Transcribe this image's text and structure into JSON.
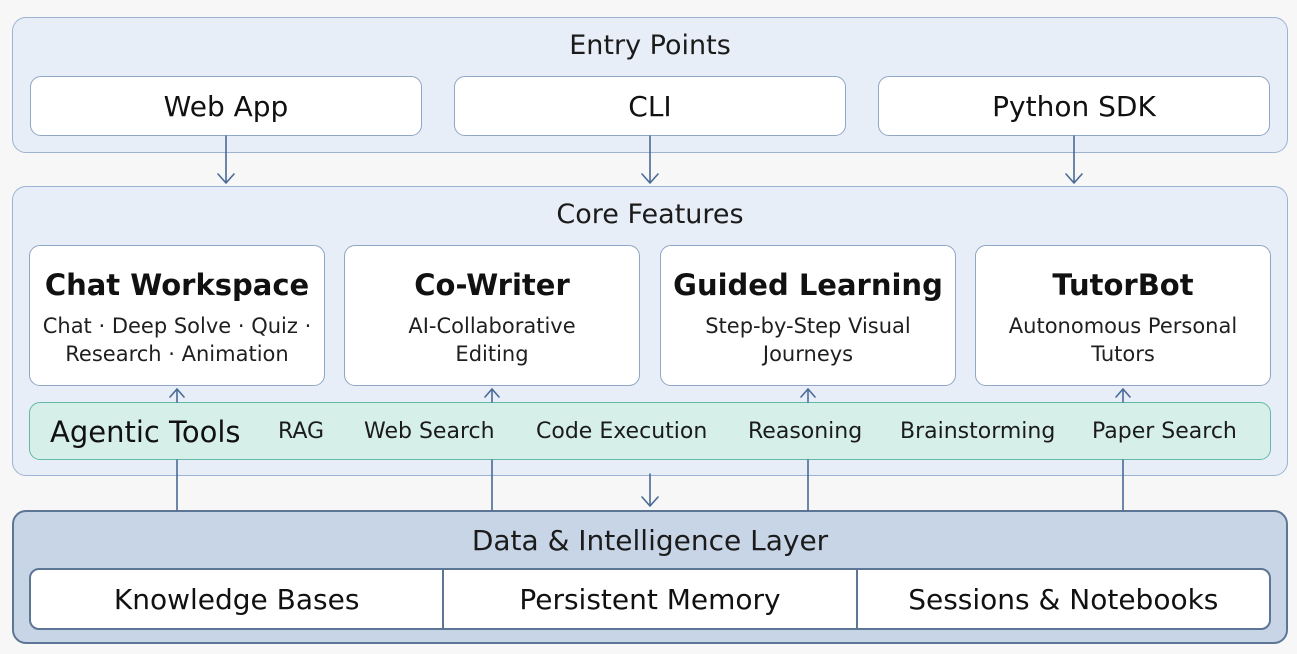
{
  "entry": {
    "title": "Entry Points",
    "items": [
      "Web App",
      "CLI",
      "Python SDK"
    ]
  },
  "core": {
    "title": "Core Features",
    "features": [
      {
        "title": "Chat Workspace",
        "desc": "Chat · Deep Solve · Quiz · Research · Animation"
      },
      {
        "title": "Co-Writer",
        "desc": "AI-Collaborative Editing"
      },
      {
        "title": "Guided Learning",
        "desc": "Step-by-Step Visual Journeys"
      },
      {
        "title": "TutorBot",
        "desc": "Autonomous Personal Tutors"
      }
    ]
  },
  "tools": {
    "title": "Agentic Tools",
    "items": [
      "RAG",
      "Web Search",
      "Code Execution",
      "Reasoning",
      "Brainstorming",
      "Paper Search"
    ]
  },
  "data_layer": {
    "title": "Data & Intelligence Layer",
    "items": [
      "Knowledge Bases",
      "Persistent Memory",
      "Sessions & Notebooks"
    ]
  },
  "colors": {
    "panel_fill": "#e8eef7",
    "panel_border": "#9db3d3",
    "tools_fill": "#d6efe9",
    "tools_border": "#62b9a5",
    "data_fill": "#c8d5e7",
    "data_border": "#5e7696",
    "arrow": "#4a6a96"
  }
}
